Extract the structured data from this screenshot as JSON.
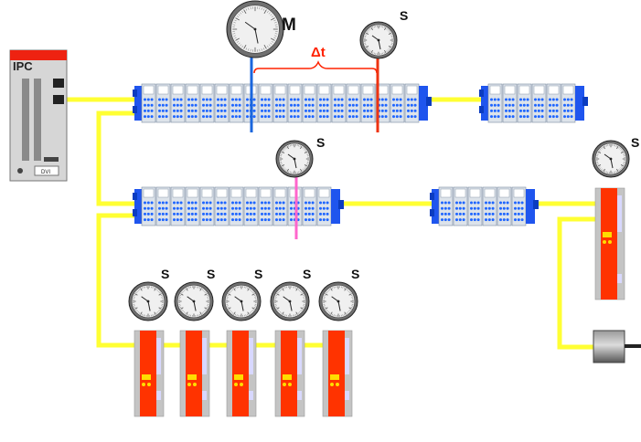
{
  "ipc": {
    "label": "IPC",
    "port_label": "DVI"
  },
  "clocks": {
    "master_label": "M",
    "slave_label": "S",
    "delta_label": "Δt"
  },
  "colors": {
    "cable": "#ffff33",
    "terminal_blue": "#1f55ee",
    "drive_red": "#ff3300",
    "master_marker": "#1a66dd",
    "slave_marker": "#ee3311",
    "slave_marker_alt": "#ff66cc",
    "bracket": "#ff2200",
    "motor": "#666666"
  }
}
